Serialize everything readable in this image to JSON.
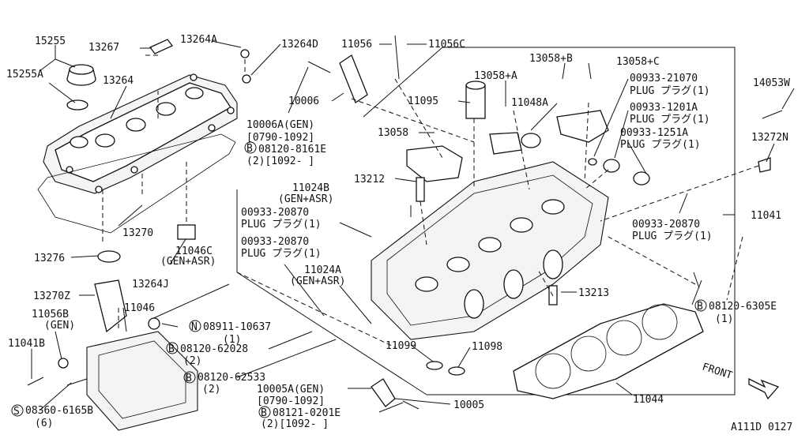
{
  "diagram_code": "A111D 0127",
  "front_label": "FRONT",
  "callouts": [
    {
      "id": "15255",
      "text": "15255"
    },
    {
      "id": "15255A",
      "text": "15255A"
    },
    {
      "id": "13267",
      "text": "13267"
    },
    {
      "id": "13264A",
      "text": "13264A"
    },
    {
      "id": "13264D",
      "text": "13264D"
    },
    {
      "id": "13264",
      "text": "13264"
    },
    {
      "id": "11056",
      "text": "11056"
    },
    {
      "id": "11056C",
      "text": "11056C"
    },
    {
      "id": "10006",
      "text": "10006"
    },
    {
      "id": "10006A",
      "text": "10006A(GEN)"
    },
    {
      "id": "10006A_d",
      "text": "[0790-1092]"
    },
    {
      "id": "b_8161E",
      "text": "08120-8161E"
    },
    {
      "id": "b_8161E_q",
      "text": "(2)[1092-    ]"
    },
    {
      "id": "11095",
      "text": "11095"
    },
    {
      "id": "13058",
      "text": "13058"
    },
    {
      "id": "13058A",
      "text": "13058+A"
    },
    {
      "id": "13058B",
      "text": "13058+B"
    },
    {
      "id": "13058C",
      "text": "13058+C"
    },
    {
      "id": "11048A",
      "text": "11048A"
    },
    {
      "id": "21070",
      "text": "00933-21070"
    },
    {
      "id": "21070p",
      "text": "PLUG プラグ(1)"
    },
    {
      "id": "1201A",
      "text": "00933-1201A"
    },
    {
      "id": "1201Ap",
      "text": "PLUG プラグ(1)"
    },
    {
      "id": "1251A",
      "text": "00933-1251A"
    },
    {
      "id": "1251Ap",
      "text": "PLUG プラグ(1)"
    },
    {
      "id": "14053W",
      "text": "14053W"
    },
    {
      "id": "13272N",
      "text": "13272N"
    },
    {
      "id": "13212",
      "text": "13212"
    },
    {
      "id": "11024B",
      "text": "11024B"
    },
    {
      "id": "11024B_g",
      "text": "(GEN+ASR)"
    },
    {
      "id": "20870a",
      "text": "00933-20870"
    },
    {
      "id": "20870a_p",
      "text": "PLUG プラグ(1)"
    },
    {
      "id": "20870b",
      "text": "00933-20870"
    },
    {
      "id": "20870b_p",
      "text": "PLUG プラグ(1)"
    },
    {
      "id": "20870c",
      "text": "00933-20870"
    },
    {
      "id": "20870c_p",
      "text": "PLUG プラグ(1)"
    },
    {
      "id": "11041",
      "text": "11041"
    },
    {
      "id": "13276",
      "text": "13276"
    },
    {
      "id": "13270",
      "text": "13270"
    },
    {
      "id": "11046C",
      "text": "11046C"
    },
    {
      "id": "11046C_g",
      "text": "(GEN+ASR)"
    },
    {
      "id": "13264J",
      "text": "13264J"
    },
    {
      "id": "11024A",
      "text": "11024A"
    },
    {
      "id": "11024A_g",
      "text": "(GEN+ASR)"
    },
    {
      "id": "13213",
      "text": "13213"
    },
    {
      "id": "13270Z",
      "text": "13270Z"
    },
    {
      "id": "11046",
      "text": "11046"
    },
    {
      "id": "11056B",
      "text": "11056B"
    },
    {
      "id": "11056B_g",
      "text": "(GEN)"
    },
    {
      "id": "n_10637",
      "text": "08911-10637"
    },
    {
      "id": "n_10637_q",
      "text": "(1)"
    },
    {
      "id": "b_62028",
      "text": "08120-62028"
    },
    {
      "id": "b_62028_q",
      "text": "(2)"
    },
    {
      "id": "11041B",
      "text": "11041B"
    },
    {
      "id": "11099",
      "text": "11099"
    },
    {
      "id": "11098",
      "text": "11098"
    },
    {
      "id": "b_6305E",
      "text": "08120-6305E"
    },
    {
      "id": "b_6305E_q",
      "text": "(1)"
    },
    {
      "id": "b_62533",
      "text": "08120-62533"
    },
    {
      "id": "b_62533_q",
      "text": "(2)"
    },
    {
      "id": "10005A",
      "text": "10005A(GEN)"
    },
    {
      "id": "10005A_d",
      "text": "[0790-1092]"
    },
    {
      "id": "b_0201E",
      "text": "08121-0201E"
    },
    {
      "id": "b_0201E_q",
      "text": "(2)[1092-    ]"
    },
    {
      "id": "10005",
      "text": "10005"
    },
    {
      "id": "11044",
      "text": "11044"
    },
    {
      "id": "s_6165B",
      "text": "08360-6165B"
    },
    {
      "id": "s_6165B_q",
      "text": "(6)"
    }
  ],
  "circle_symbols": {
    "bolt": "B",
    "nut": "N",
    "screw": "S"
  }
}
